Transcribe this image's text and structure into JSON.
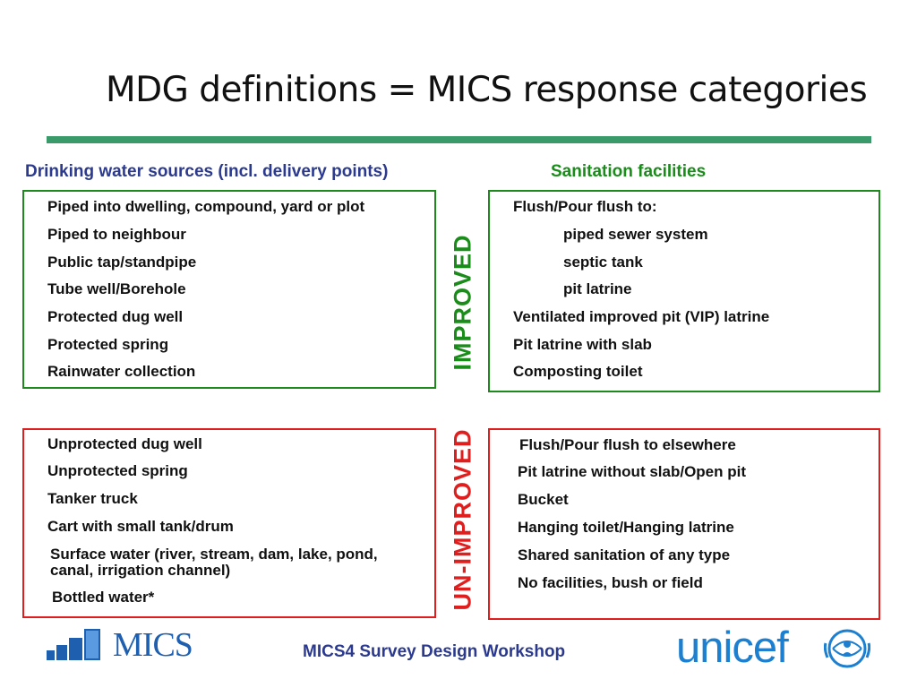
{
  "title": "MDG definitions = MICS response categories",
  "headers": {
    "water": "Drinking water sources (incl. delivery points)",
    "sanitation": "Sanitation facilities"
  },
  "side_labels": {
    "improved": "IMPROVED",
    "unimproved": "UN-IMPROVED"
  },
  "water_improved": [
    "Piped into dwelling, compound, yard or plot",
    "Piped to neighbour",
    "Public tap/standpipe",
    "Tube well/Borehole",
    "Protected dug well",
    "Protected spring",
    "Rainwater collection"
  ],
  "sanitation_improved": [
    "Flush/Pour flush to:",
    "piped sewer system",
    "septic tank",
    "pit latrine",
    "Ventilated improved pit (VIP) latrine",
    "Pit latrine with slab",
    "Composting toilet"
  ],
  "water_unimproved": [
    "Unprotected dug well",
    "Unprotected spring",
    "Tanker truck",
    "Cart with small tank/drum",
    "Surface water (river, stream, dam, lake, pond,",
    "canal, irrigation channel)",
    "Bottled water*"
  ],
  "sanitation_unimproved": [
    "Flush/Pour flush to elsewhere",
    "Pit latrine without slab/Open pit",
    "Bucket",
    "Hanging toilet/Hanging latrine",
    "Shared sanitation of any type",
    "No facilities, bush or field"
  ],
  "footer": {
    "workshop": "MICS4 Survey Design Workshop",
    "mics_logo_text": "MICS",
    "unicef_logo_text": "unicef"
  },
  "colors": {
    "rule": "#3a9a6a",
    "improved": "#1e8a1e",
    "unimproved": "#e01e1e",
    "water_header": "#2b3a8f",
    "brand_blue": "#1d7fd0"
  }
}
